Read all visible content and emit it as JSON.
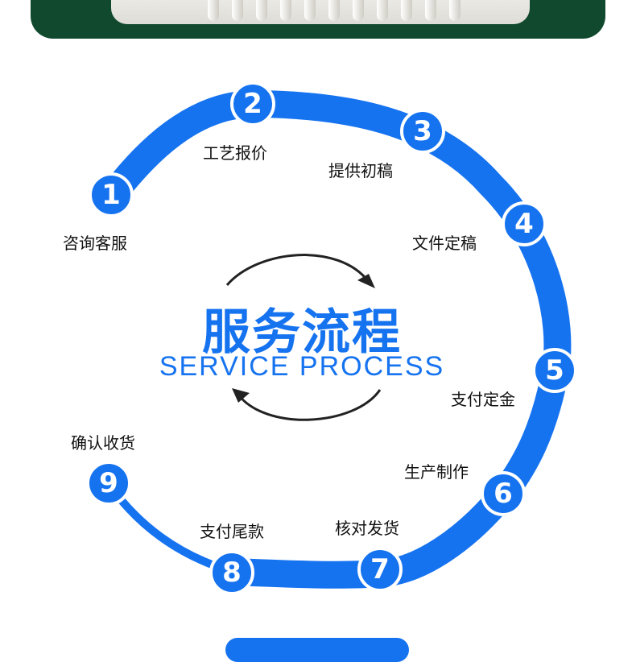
{
  "title": "服务流程",
  "subtitle": "SERVICE PROCESS",
  "accent_color": "#1673f0",
  "steps": [
    {
      "number": "1",
      "label": "咨询客服"
    },
    {
      "number": "2",
      "label": "工艺报价"
    },
    {
      "number": "3",
      "label": "提供初稿"
    },
    {
      "number": "4",
      "label": "文件定稿"
    },
    {
      "number": "5",
      "label": "支付定金"
    },
    {
      "number": "6",
      "label": "生产制作"
    },
    {
      "number": "7",
      "label": "核对发货"
    },
    {
      "number": "8",
      "label": "支付尾款"
    },
    {
      "number": "9",
      "label": "确认收货"
    }
  ]
}
